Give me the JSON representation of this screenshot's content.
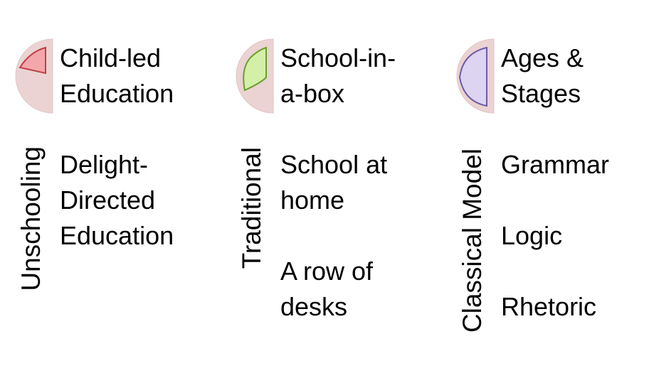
{
  "columns": [
    {
      "label": "Unschooling",
      "accent_color": "#f4a7aa",
      "shape": "small-wedge",
      "items": [
        "Child-led Education",
        "Delight-Directed Education"
      ]
    },
    {
      "label": "Traditional",
      "accent_color": "#d4f0a8",
      "shape": "medium-wedge",
      "items": [
        "School-in-a-box",
        "School at home",
        "A row of desks"
      ]
    },
    {
      "label": "Classical Model",
      "accent_color": "#ddd4f2",
      "shape": "half-disc",
      "items": [
        "Ages & Stages",
        "Grammar",
        "Logic",
        "Rhetoric"
      ]
    }
  ],
  "colors": {
    "disc_fill": "#ead3d2",
    "disc_stroke": "#c9a9a8"
  }
}
